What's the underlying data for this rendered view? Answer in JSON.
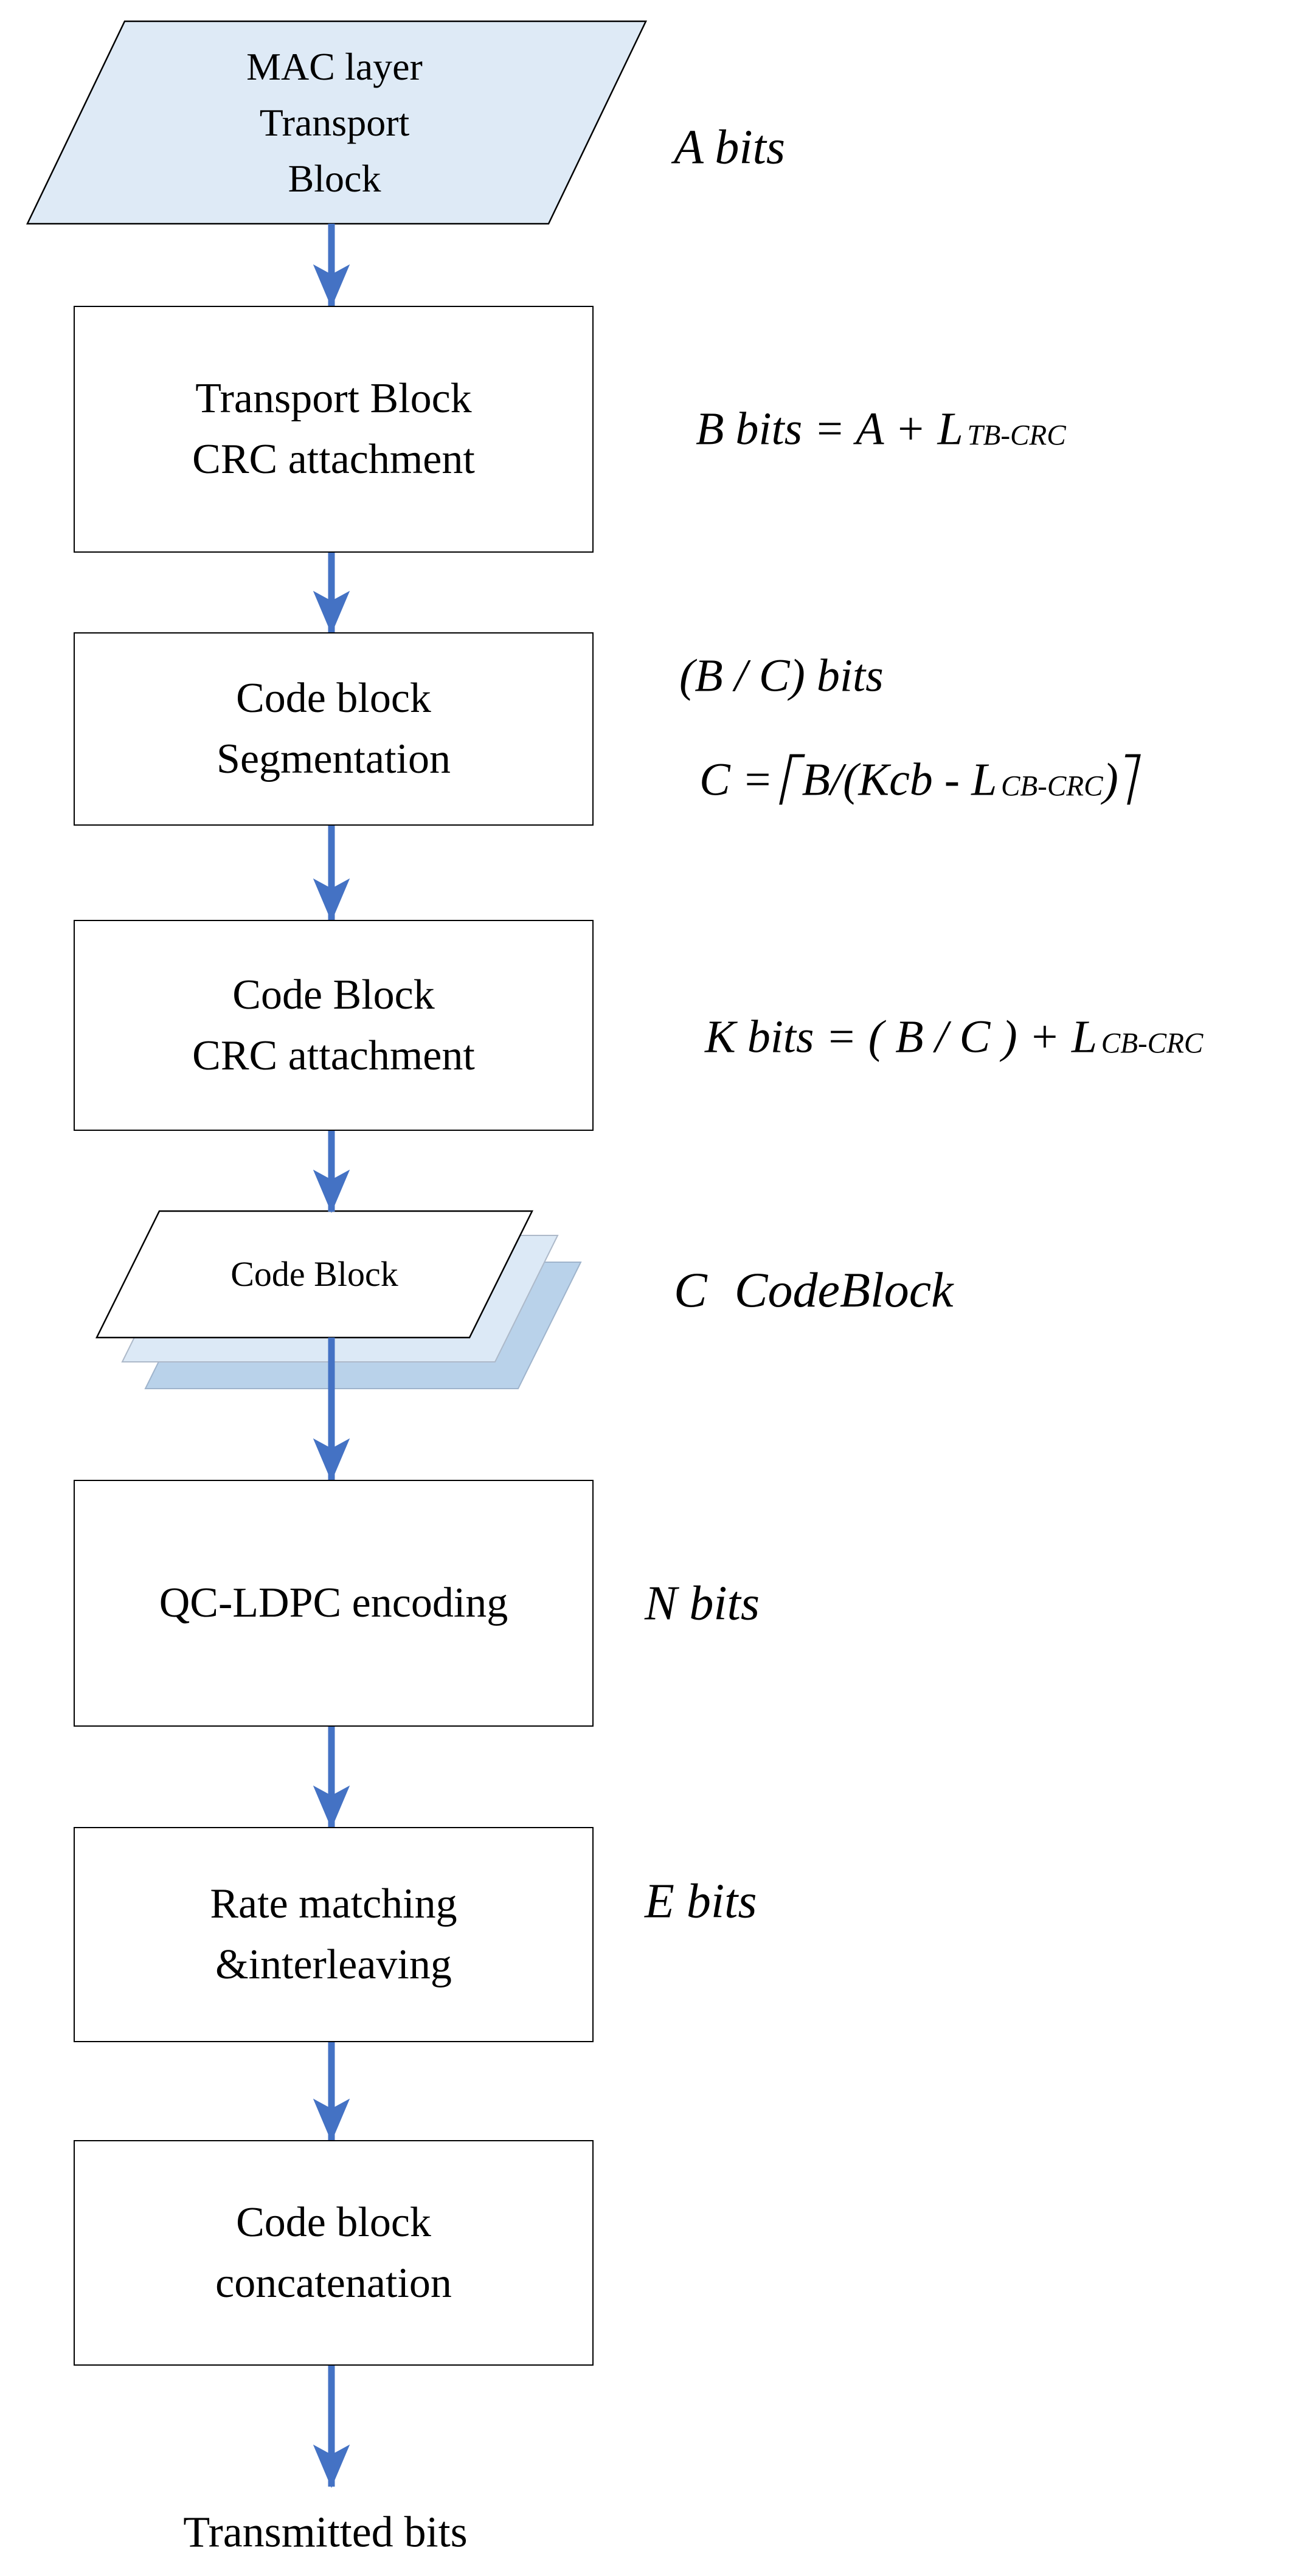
{
  "colors": {
    "arrow": "#4472C4",
    "border": "#000000",
    "box-fill": "#FFFFFF",
    "para-fill": "#DEEAF6",
    "stack-mid-fill": "#DCE9F6",
    "stack-mid-border": "#ADB9C9",
    "stack-back-fill": "#B9D2EA",
    "stack-back-border": "#9FB4CC",
    "text": "#000000"
  },
  "nodes": {
    "mac": {
      "l1": "MAC layer",
      "l2": "Transport",
      "l3": "Block"
    },
    "tbcrc": {
      "l1": "Transport Block",
      "l2": "CRC attachment"
    },
    "seg": {
      "l1": "Code block",
      "l2": "Segmentation"
    },
    "cbcrc": {
      "l1": "Code Block",
      "l2": "CRC attachment"
    },
    "codeblock": {
      "l1": "Code Block"
    },
    "ldpc": {
      "l1": "QC-LDPC encoding"
    },
    "rate": {
      "l1": "Rate matching",
      "l2": "&interleaving"
    },
    "concat": {
      "l1": "Code block",
      "l2": "concatenation"
    }
  },
  "annotations": {
    "a": {
      "text": "A bits"
    },
    "b": {
      "main": "B bits = A + L",
      "sub": "TB-CRC"
    },
    "seg1": {
      "text": "(B / C) bits"
    },
    "seg2": {
      "pre": "C = ",
      "mid": "B/(Kcb - L",
      "sub": "CB-CRC",
      "close": ")"
    },
    "k": {
      "main": "K bits = ( B / C ) + L",
      "sub": "CB-CRC"
    },
    "cb": {
      "c": "C",
      "word": "CodeBlock"
    },
    "n": {
      "text": "N bits"
    },
    "e": {
      "text": "E bits"
    }
  },
  "terminal": {
    "text": "Transmitted bits"
  }
}
